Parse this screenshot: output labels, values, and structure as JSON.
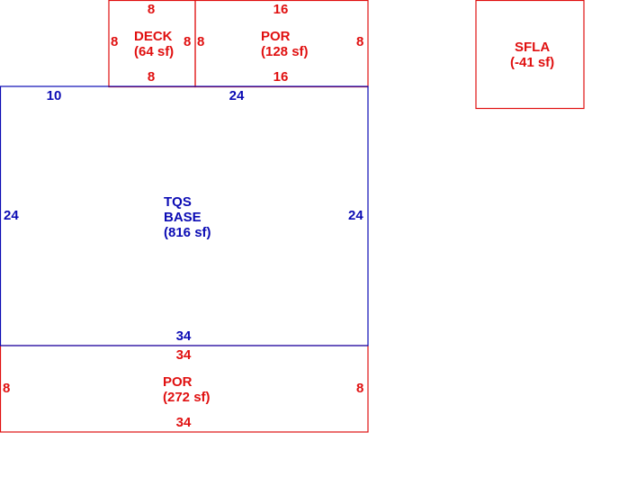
{
  "colors": {
    "base": "#0b0bb4",
    "addition": "#e01010",
    "background": "#ffffff"
  },
  "areas": {
    "base": {
      "code": "TQS",
      "name": "BASE",
      "area": "(816 sf)",
      "dims": {
        "top_left": "10",
        "top_right": "24",
        "left": "24",
        "right": "24",
        "bottom": "34"
      }
    },
    "deck": {
      "name": "DECK",
      "area": "(64 sf)",
      "dims": {
        "top": "8",
        "bottom": "8",
        "left": "8",
        "right": "8"
      }
    },
    "por_top": {
      "name": "POR",
      "area": "(128 sf)",
      "dims": {
        "top": "16",
        "bottom": "16",
        "left": "8",
        "right": "8"
      }
    },
    "por_bottom": {
      "name": "POR",
      "area": "(272 sf)",
      "dims": {
        "top": "34",
        "bottom": "34",
        "left": "8",
        "right": "8"
      }
    },
    "sfla": {
      "name": "SFLA",
      "area": "(-41 sf)"
    }
  }
}
